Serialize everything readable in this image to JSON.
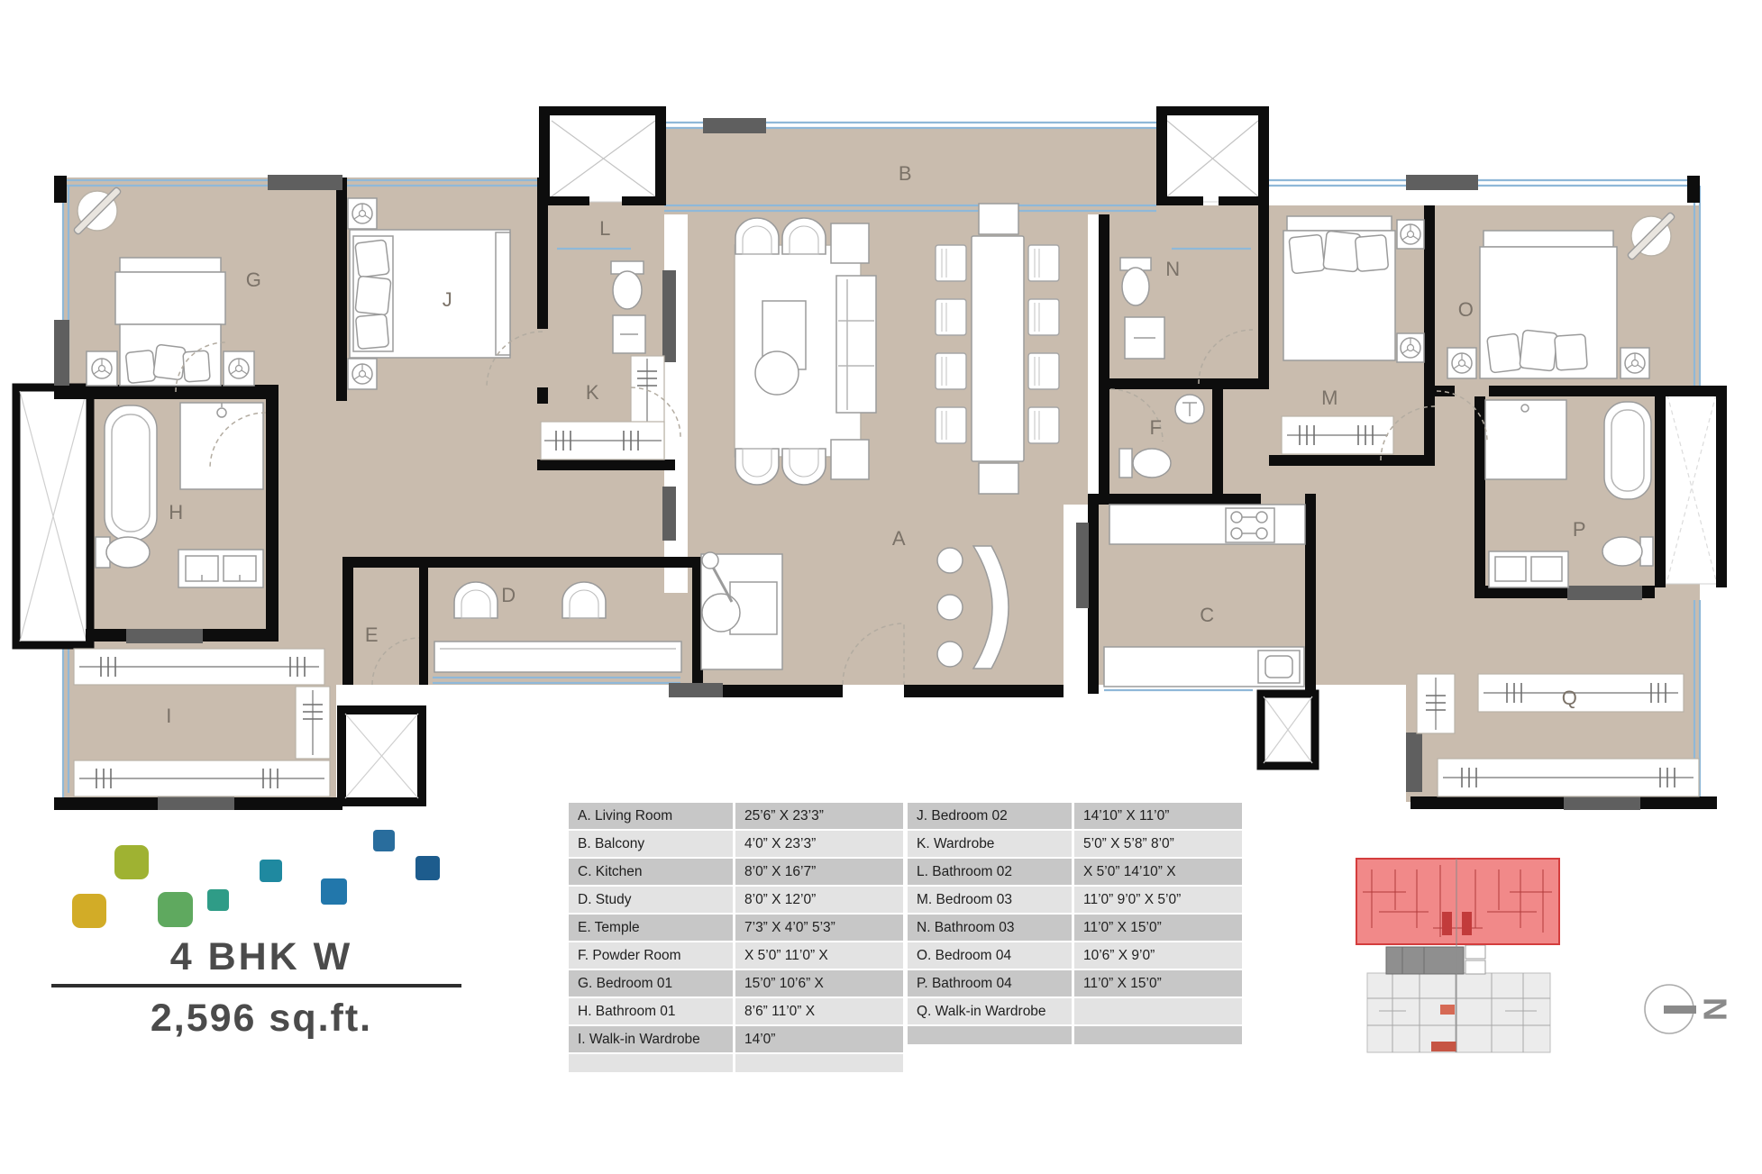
{
  "title": {
    "name": "4 BHK W",
    "area": "2,596 sq.ft."
  },
  "plan": {
    "labels": {
      "A": "A",
      "B": "B",
      "C": "C",
      "D": "D",
      "E": "E",
      "F": "F",
      "G": "G",
      "H": "H",
      "I": "I",
      "J": "J",
      "K": "K",
      "L": "L",
      "M": "M",
      "N": "N",
      "O": "O",
      "P": "P",
      "Q": "Q"
    }
  },
  "legend": {
    "left": [
      {
        "label": "A. Living Room",
        "dim": "25’6”   X   23’3”"
      },
      {
        "label": "B. Balcony",
        "dim": "4’0”    X    23’3”"
      },
      {
        "label": "C. Kitchen",
        "dim": "8’0”    X    16’7”"
      },
      {
        "label": "D. Study",
        "dim": "8’0”    X    12’0”"
      },
      {
        "label": "E. Temple",
        "dim": "7’3” X 4’0” 5’3”"
      },
      {
        "label": "F. Powder Room",
        "dim": "X  5’0”  11’0”  X"
      },
      {
        "label": "G. Bedroom 01",
        "dim": "15’0”   10’6”   X"
      },
      {
        "label": "H. Bathroom 01",
        "dim": "8’6”    11’0”    X"
      },
      {
        "label": "I. Walk-in Wardrobe",
        "dim": "14’0”"
      },
      {
        "label": "",
        "dim": "",
        "empty": true
      }
    ],
    "right": [
      {
        "label": "J. Bedroom 02",
        "dim": "14’10”   X   11’0”"
      },
      {
        "label": "K. Wardrobe",
        "dim": "5’0”  X  5’8”  8’0”"
      },
      {
        "label": "L. Bathroom 02",
        "dim": "X  5’0”  14’10”  X"
      },
      {
        "label": "M. Bedroom 03",
        "dim": "11’0” 9’0” X 5’0”"
      },
      {
        "label": "N. Bathroom 03",
        "dim": "11’0”    X    15’0”"
      },
      {
        "label": "O. Bedroom 04",
        "dim": "10’6”     X     9’0”"
      },
      {
        "label": "P. Bathroom 04",
        "dim": "11’0” X 15’0”"
      },
      {
        "label": "Q. Walk-in Wardrobe",
        "dim": ""
      },
      {
        "label": "",
        "dim": "",
        "empty": true
      }
    ]
  },
  "key_plan": {
    "north_label": "N"
  },
  "colors": {
    "floor_beige": "#c9bcae",
    "wall_black": "#0d0d0d",
    "window_blue": "#8fb8d8",
    "highlight_red": "#e85f5f",
    "logo_palette": [
      "#d2ac27",
      "#9fb232",
      "#5fa95f",
      "#2f9c87",
      "#1f89a0",
      "#2277ab",
      "#296d9d",
      "#1d5c8d"
    ]
  }
}
